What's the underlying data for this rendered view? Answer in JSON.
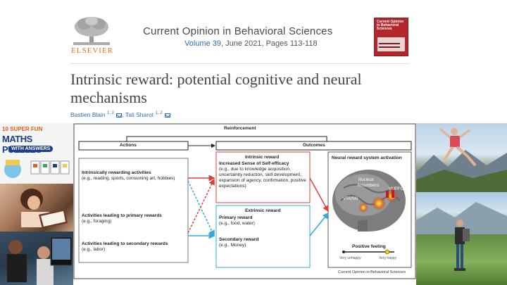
{
  "header": {
    "publisher": "ELSEVIER",
    "journal": "Current Opinion in Behavioral Sciences",
    "volume_link": "Volume 39",
    "volume_rest": ", June 2021, Pages 113-118",
    "title": "Intrinsic reward: potential cognitive and neural mechanisms",
    "authors": [
      {
        "name": "Bastien Blain",
        "sup": "1, 2"
      },
      {
        "name": "Tali Sharot",
        "sup": "1, 2"
      }
    ],
    "author_separator": ",",
    "cover_title": "Current Opinion in Behavioral Sciences"
  },
  "side_images": {
    "puzzle_line1": "10 SUPER FUN",
    "puzzle_line2": "MATHS PUZZLES",
    "puzzle_badge": "WITH ANSWERS"
  },
  "diagram": {
    "reinforcement": "Reinforcement",
    "actions": "Actions",
    "outcomes": "Outcomes",
    "intrinsic_activities_title": "Intrinsically rewarding activities",
    "intrinsic_activities_desc": "(e.g., reading, sports, consuming art, hobbies)",
    "primary_activities_title": "Activities leading to primary rewards",
    "primary_activities_desc": "(e.g., foraging)",
    "secondary_activities_title": "Activities leading to secondary rewards",
    "secondary_activities_desc": "(e.g., labor)",
    "intrinsic_reward_title": "Intrinsic reward",
    "intrinsic_reward_subtitle": "Increased Sense of Self-efficacy",
    "intrinsic_reward_desc": "(e.g., due to knowledge acquisition, uncertainity reduction, skill development, expansion of agency, confirmation, positive expectations)",
    "extrinsic_reward_title": "Extrinsic reward",
    "primary_reward_title": "Primary reward",
    "primary_reward_desc": "(e.g., food, water)",
    "secondary_reward_title": "Secondary reward",
    "secondary_reward_desc": "(e.g., Money)",
    "neural_title": "Neural reward system activation",
    "brain_labels": [
      "Nucleus",
      "Accumbens",
      "VMPFC",
      "VTA/SN"
    ],
    "positive_feeling": "Positive feeling",
    "very_unhappy": "Very unhappy",
    "very_happy": "Very happy",
    "caption": "Current Opinion in Behavioral Sciences",
    "colors": {
      "intrinsic": "#d9413a",
      "extrinsic": "#36a9d6"
    }
  }
}
